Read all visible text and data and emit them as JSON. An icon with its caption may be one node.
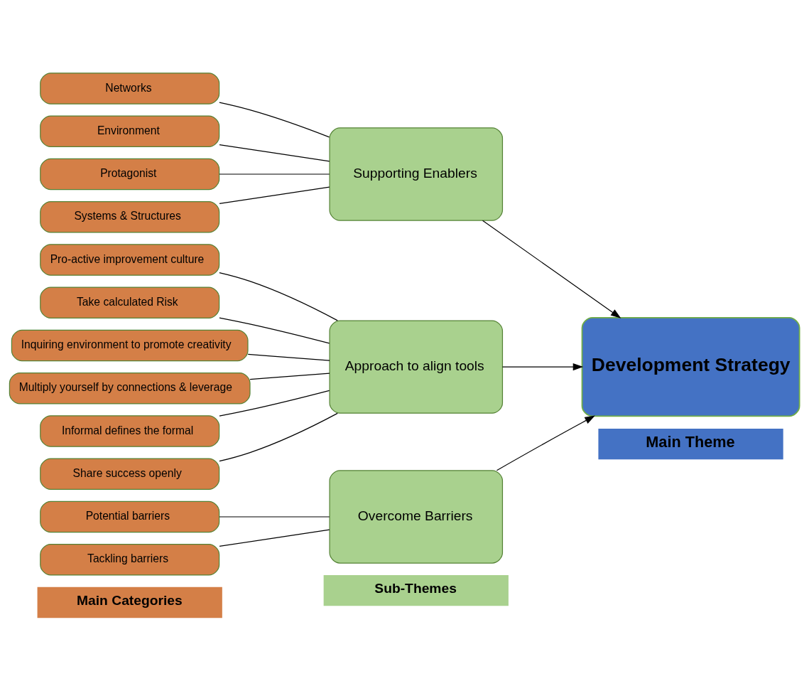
{
  "diagram": {
    "nodes": [
      {
        "text": [
          "Main Categories"
        ]
      },
      {
        "text": [
          "Sub-Themes"
        ]
      },
      {
        "text": [
          "Main Theme"
        ]
      },
      {
        "text": [
          "Pro-active improvement culture"
        ]
      },
      {
        "text": [
          "Take calculated Risk"
        ]
      },
      {
        "text": [
          "Inquiring environment to promote creativity"
        ]
      },
      {
        "text": [
          "Multiply yourself by connections & leverage"
        ]
      },
      {
        "text": [
          "Informal defines the formal"
        ]
      },
      {
        "text": [
          "Share success openly"
        ]
      },
      {
        "text": [
          "Networks"
        ]
      },
      {
        "text": [
          "Environment"
        ]
      },
      {
        "text": [
          "Protagonist"
        ]
      },
      {
        "text": [
          "Systems & Structures"
        ]
      },
      {
        "text": [
          "Potential barriers"
        ]
      },
      {
        "text": [
          "Tackling barriers"
        ]
      },
      {
        "text": [
          "Approach to align tools"
        ]
      },
      {
        "text": [
          "Supporting Enablers"
        ]
      },
      {
        "text": [
          "Overcome Barriers"
        ]
      },
      {
        "text": [
          "Development Strategy"
        ]
      }
    ],
    "edges": [
      {
        "from": 3,
        "to": 15,
        "arrow": "none"
      },
      {
        "from": 4,
        "to": 15,
        "arrow": "none"
      },
      {
        "from": 5,
        "to": 15,
        "arrow": "none"
      },
      {
        "from": 6,
        "to": 15,
        "arrow": "none"
      },
      {
        "from": 7,
        "to": 15,
        "arrow": "none"
      },
      {
        "from": 8,
        "to": 15,
        "arrow": "none"
      },
      {
        "from": 9,
        "to": 16,
        "arrow": "none"
      },
      {
        "from": 10,
        "to": 16,
        "arrow": "none"
      },
      {
        "from": 11,
        "to": 16,
        "arrow": "none"
      },
      {
        "from": 12,
        "to": 16,
        "arrow": "none"
      },
      {
        "from": 13,
        "to": 17,
        "arrow": "none"
      },
      {
        "from": 14,
        "to": 17,
        "arrow": "none"
      },
      {
        "from": 15,
        "to": 18,
        "arrow": "to"
      },
      {
        "from": 16,
        "to": 18,
        "arrow": "to"
      },
      {
        "from": 17,
        "to": 18,
        "arrow": "to"
      }
    ]
  }
}
